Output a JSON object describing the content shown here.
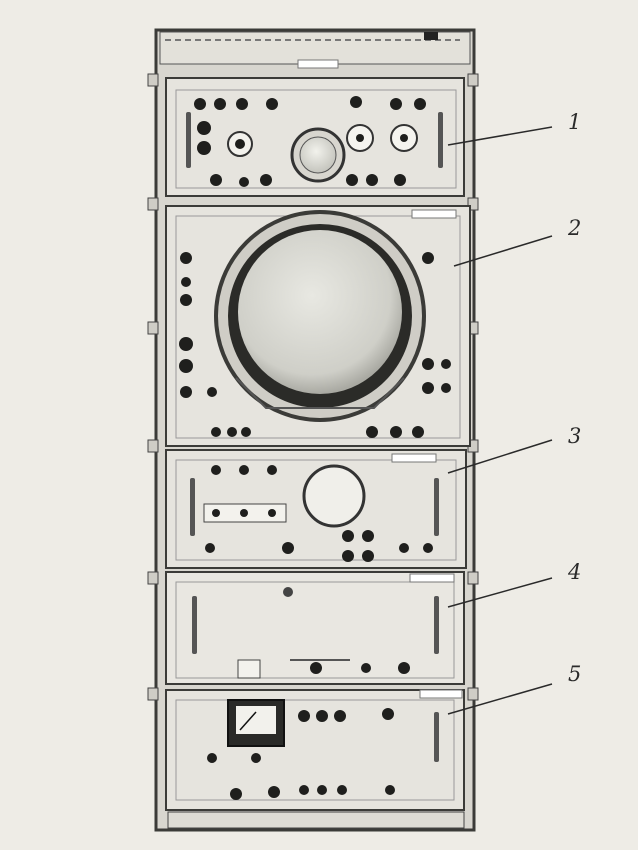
{
  "callouts": [
    {
      "label": "1"
    },
    {
      "label": "2"
    },
    {
      "label": "3"
    },
    {
      "label": "4"
    },
    {
      "label": "5"
    }
  ],
  "colors": {
    "paper": "#eeece6",
    "panel": "#e6e4de",
    "frame": "#3b3b38",
    "knob": "#1f1f1d",
    "crt": "#dcdcd6",
    "ink": "#2a2a2a"
  }
}
